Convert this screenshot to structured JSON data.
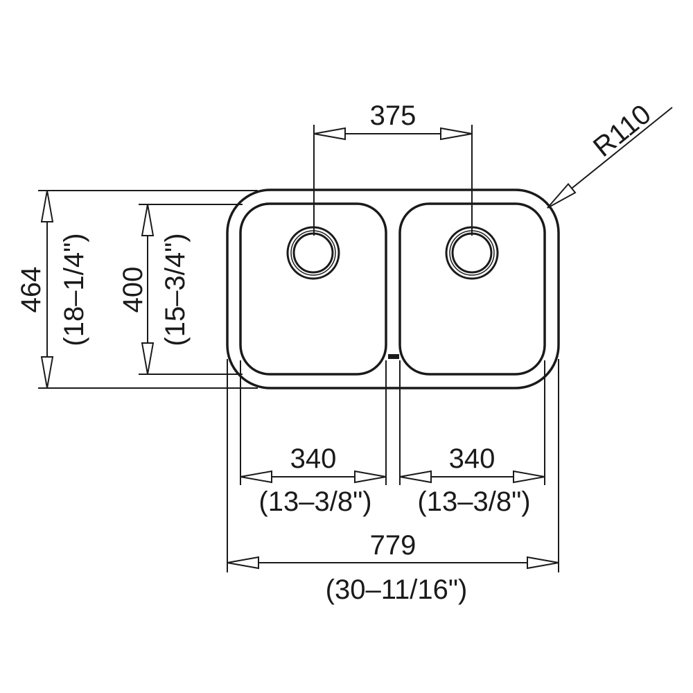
{
  "drawing": {
    "drain_spacing": "375",
    "corner_radius": "R110",
    "overall_depth": "464",
    "overall_depth_in": "(18–1/4\")",
    "bowl_depth": "400",
    "bowl_depth_in": "(15–3/4\")",
    "left_bowl_width": "340",
    "left_bowl_width_in": "(13–3/8\")",
    "right_bowl_width": "340",
    "right_bowl_width_in": "(13–3/8\")",
    "overall_width": "779",
    "overall_width_in": "(30–11/16\")"
  },
  "colors": {
    "line": "#1a1a1a",
    "background": "#ffffff"
  }
}
